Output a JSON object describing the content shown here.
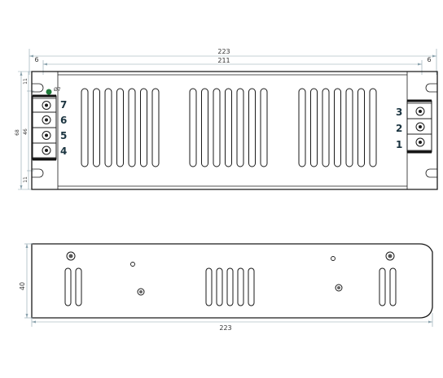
{
  "top_view": {
    "overall_width": "223",
    "inner_width": "211",
    "left_offset": "6",
    "right_offset": "6",
    "height_label": "68",
    "top_offset": "11",
    "bottom_offset": "11",
    "mid_offset": "46",
    "indicator_label": "Ø7",
    "indicator_color": "#1f7a3a",
    "left_terminals": [
      "7",
      "6",
      "5",
      "4"
    ],
    "right_terminals": [
      "3",
      "2",
      "1"
    ],
    "vent_groups": 3,
    "slots_per_group": 7
  },
  "side_view": {
    "height_label": "40",
    "width_label": "223"
  }
}
